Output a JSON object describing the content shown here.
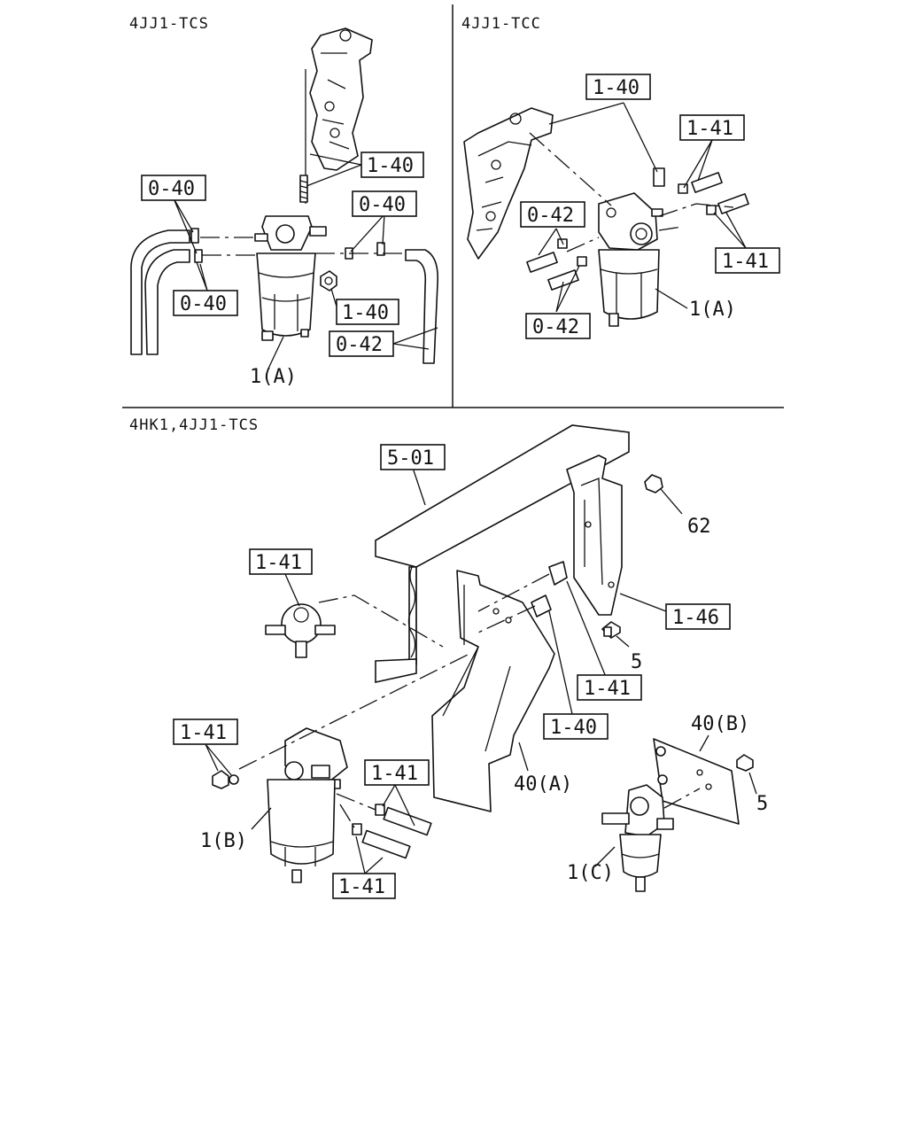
{
  "sections": {
    "top_left": "4JJ1-TCS",
    "top_right": "4JJ1-TCC",
    "bottom": "4HK1,4JJ1-TCS"
  },
  "refs": {
    "tl_1_40_a": "1-40",
    "tl_0_40_a": "0-40",
    "tl_0_40_b": "0-40",
    "tl_0_40_c": "0-40",
    "tl_1_40_b": "1-40",
    "tl_0_42": "0-42",
    "tr_1_40": "1-40",
    "tr_1_41_a": "1-41",
    "tr_0_42_a": "0-42",
    "tr_1_41_b": "1-41",
    "tr_0_42_b": "0-42",
    "b_5_01": "5-01",
    "b_1_41_a": "1-41",
    "b_1_46": "1-46",
    "b_1_41_b": "1-41",
    "b_1_40": "1-40",
    "b_1_41_c": "1-41",
    "b_1_41_d": "1-41",
    "b_1_41_e": "1-41"
  },
  "parts": {
    "tl_1a": "1(A)",
    "tr_1a": "1(A)",
    "b_62": "62",
    "b_5_a": "5",
    "b_40a": "40(A)",
    "b_40b": "40(B)",
    "b_5_b": "5",
    "b_1b": "1(B)",
    "b_1c": "1(C)"
  }
}
